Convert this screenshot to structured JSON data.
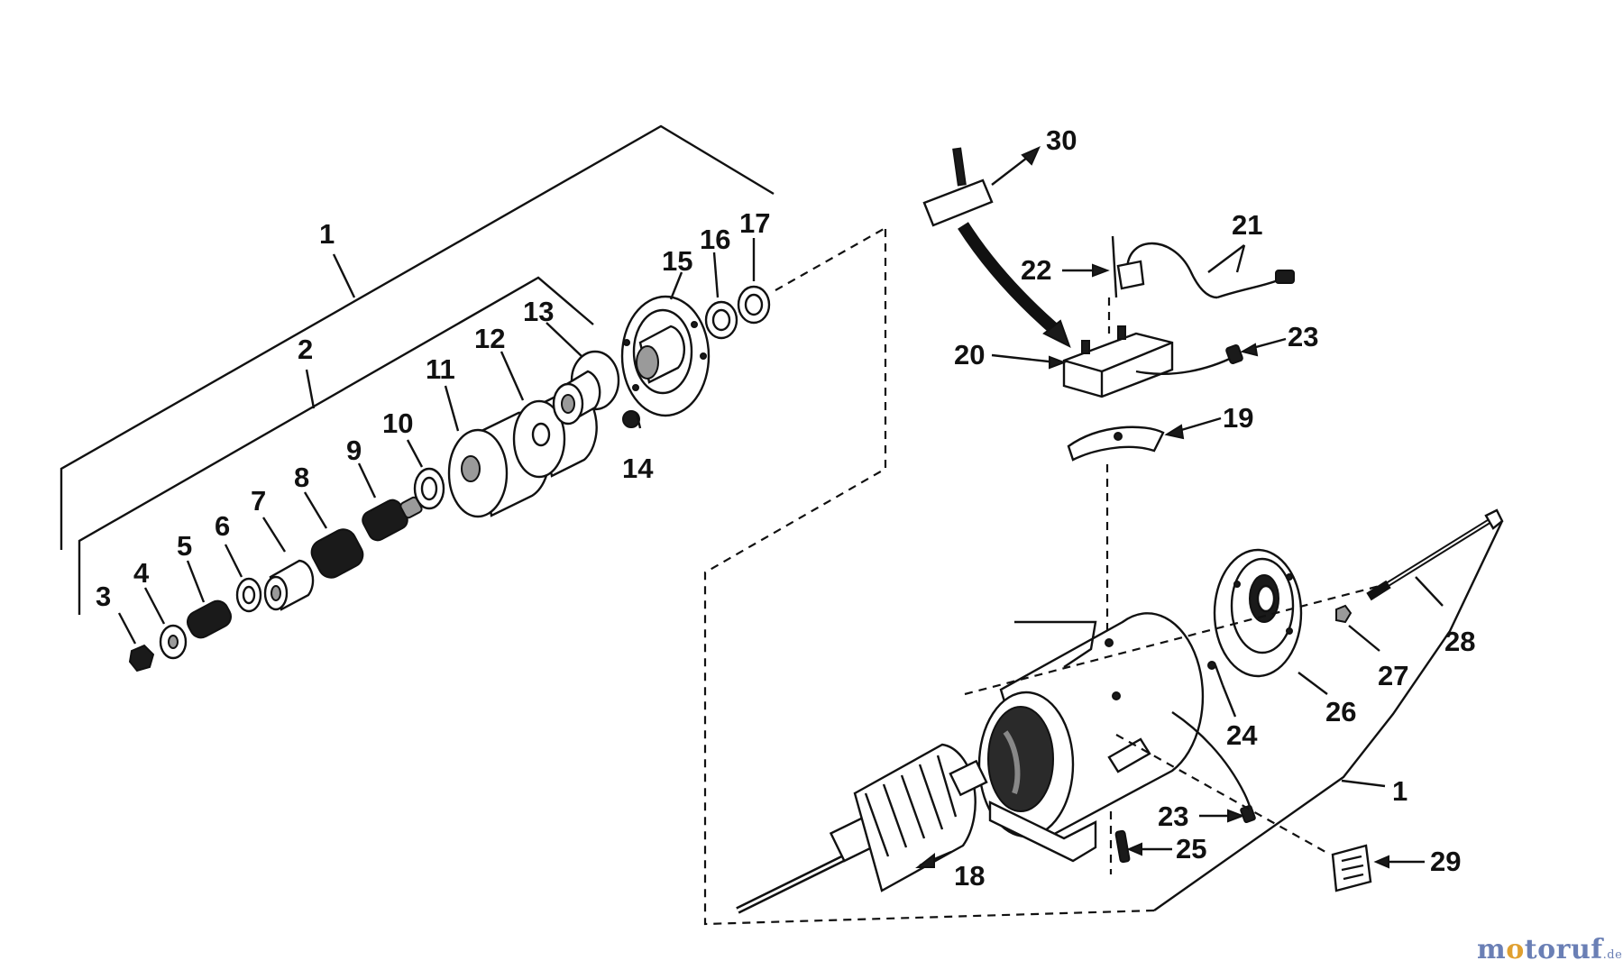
{
  "labels": {
    "p1a": "1",
    "p2": "2",
    "p3": "3",
    "p4": "4",
    "p5": "5",
    "p6": "6",
    "p7": "7",
    "p8": "8",
    "p9": "9",
    "p10": "10",
    "p11": "11",
    "p12": "12",
    "p13": "13",
    "p14": "14",
    "p15": "15",
    "p16": "16",
    "p17": "17",
    "p18": "18",
    "p19": "19",
    "p20": "20",
    "p21": "21",
    "p22": "22",
    "p23a": "23",
    "p23b": "23",
    "p24": "24",
    "p25": "25",
    "p26": "26",
    "p27": "27",
    "p28": "28",
    "p29": "29",
    "p30": "30",
    "p1b": "1"
  },
  "watermark": {
    "brand_pre": "m",
    "brand_o": "o",
    "brand_post": "toruf",
    "tld": ".de"
  }
}
